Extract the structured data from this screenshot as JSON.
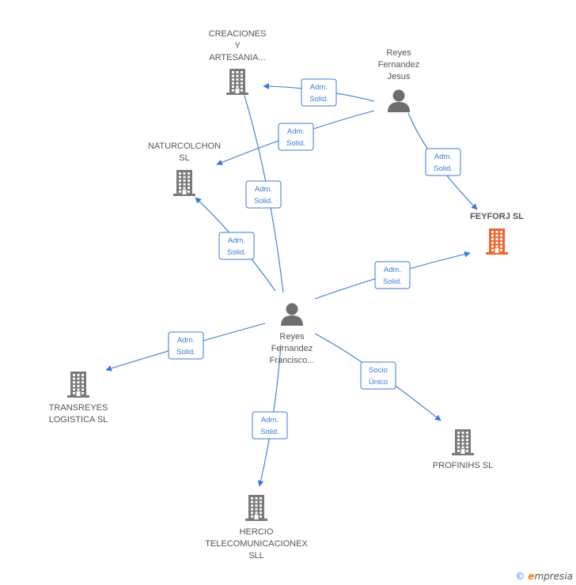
{
  "colors": {
    "edge": "#3a7bd5",
    "company": "#7a7a7a",
    "company_main": "#f0642d",
    "person": "#6e6e6e"
  },
  "nodes": [
    {
      "id": "creaciones",
      "type": "company",
      "icon": "building-icon",
      "lines": [
        "CREACIONES",
        "Y",
        "ARTESANIA..."
      ]
    },
    {
      "id": "reyes_jesus",
      "type": "person",
      "icon": "person-icon",
      "lines": [
        "Reyes",
        "Fernandez",
        "Jesus"
      ]
    },
    {
      "id": "naturcolchon",
      "type": "company",
      "icon": "building-icon",
      "lines": [
        "NATURCOLCHON",
        "SL"
      ]
    },
    {
      "id": "feyforj",
      "type": "company_main",
      "icon": "building-icon",
      "lines": [
        "FEYFORJ SL"
      ]
    },
    {
      "id": "reyes_francisco",
      "type": "person",
      "icon": "person-icon",
      "lines": [
        "Reyes",
        "Fernandez",
        "Francisco..."
      ]
    },
    {
      "id": "transreyes",
      "type": "company",
      "icon": "building-icon",
      "lines": [
        "TRANSREYES",
        "LOGISTICA SL"
      ]
    },
    {
      "id": "profinihs",
      "type": "company",
      "icon": "building-icon",
      "lines": [
        "PROFINIHS SL"
      ]
    },
    {
      "id": "hercio",
      "type": "company",
      "icon": "building-icon",
      "lines": [
        "HERCIO",
        "TELECOMUNICACIONEX",
        "SLL"
      ]
    }
  ],
  "edges": [
    {
      "from": "reyes_jesus",
      "to": "creaciones",
      "lines": [
        "Adm.",
        "Solid."
      ]
    },
    {
      "from": "reyes_jesus",
      "to": "naturcolchon",
      "lines": [
        "Adm.",
        "Solid."
      ]
    },
    {
      "from": "reyes_jesus",
      "to": "feyforj",
      "lines": [
        "Adm.",
        "Solid."
      ]
    },
    {
      "from": "reyes_francisco",
      "to": "creaciones",
      "lines": [
        "Adm.",
        "Solid."
      ]
    },
    {
      "from": "reyes_francisco",
      "to": "naturcolchon",
      "lines": [
        "Adm.",
        "Solid."
      ]
    },
    {
      "from": "reyes_francisco",
      "to": "feyforj",
      "lines": [
        "Adm.",
        "Solid."
      ]
    },
    {
      "from": "reyes_francisco",
      "to": "transreyes",
      "lines": [
        "Adm.",
        "Solid."
      ]
    },
    {
      "from": "reyes_francisco",
      "to": "profinihs",
      "lines": [
        "Socio",
        "Único"
      ]
    },
    {
      "from": "reyes_francisco",
      "to": "hercio",
      "lines": [
        "Adm.",
        "Solid."
      ]
    }
  ],
  "footer": {
    "copyright_symbol": "©",
    "brand_initial": "e",
    "brand_rest": "mpresia"
  }
}
